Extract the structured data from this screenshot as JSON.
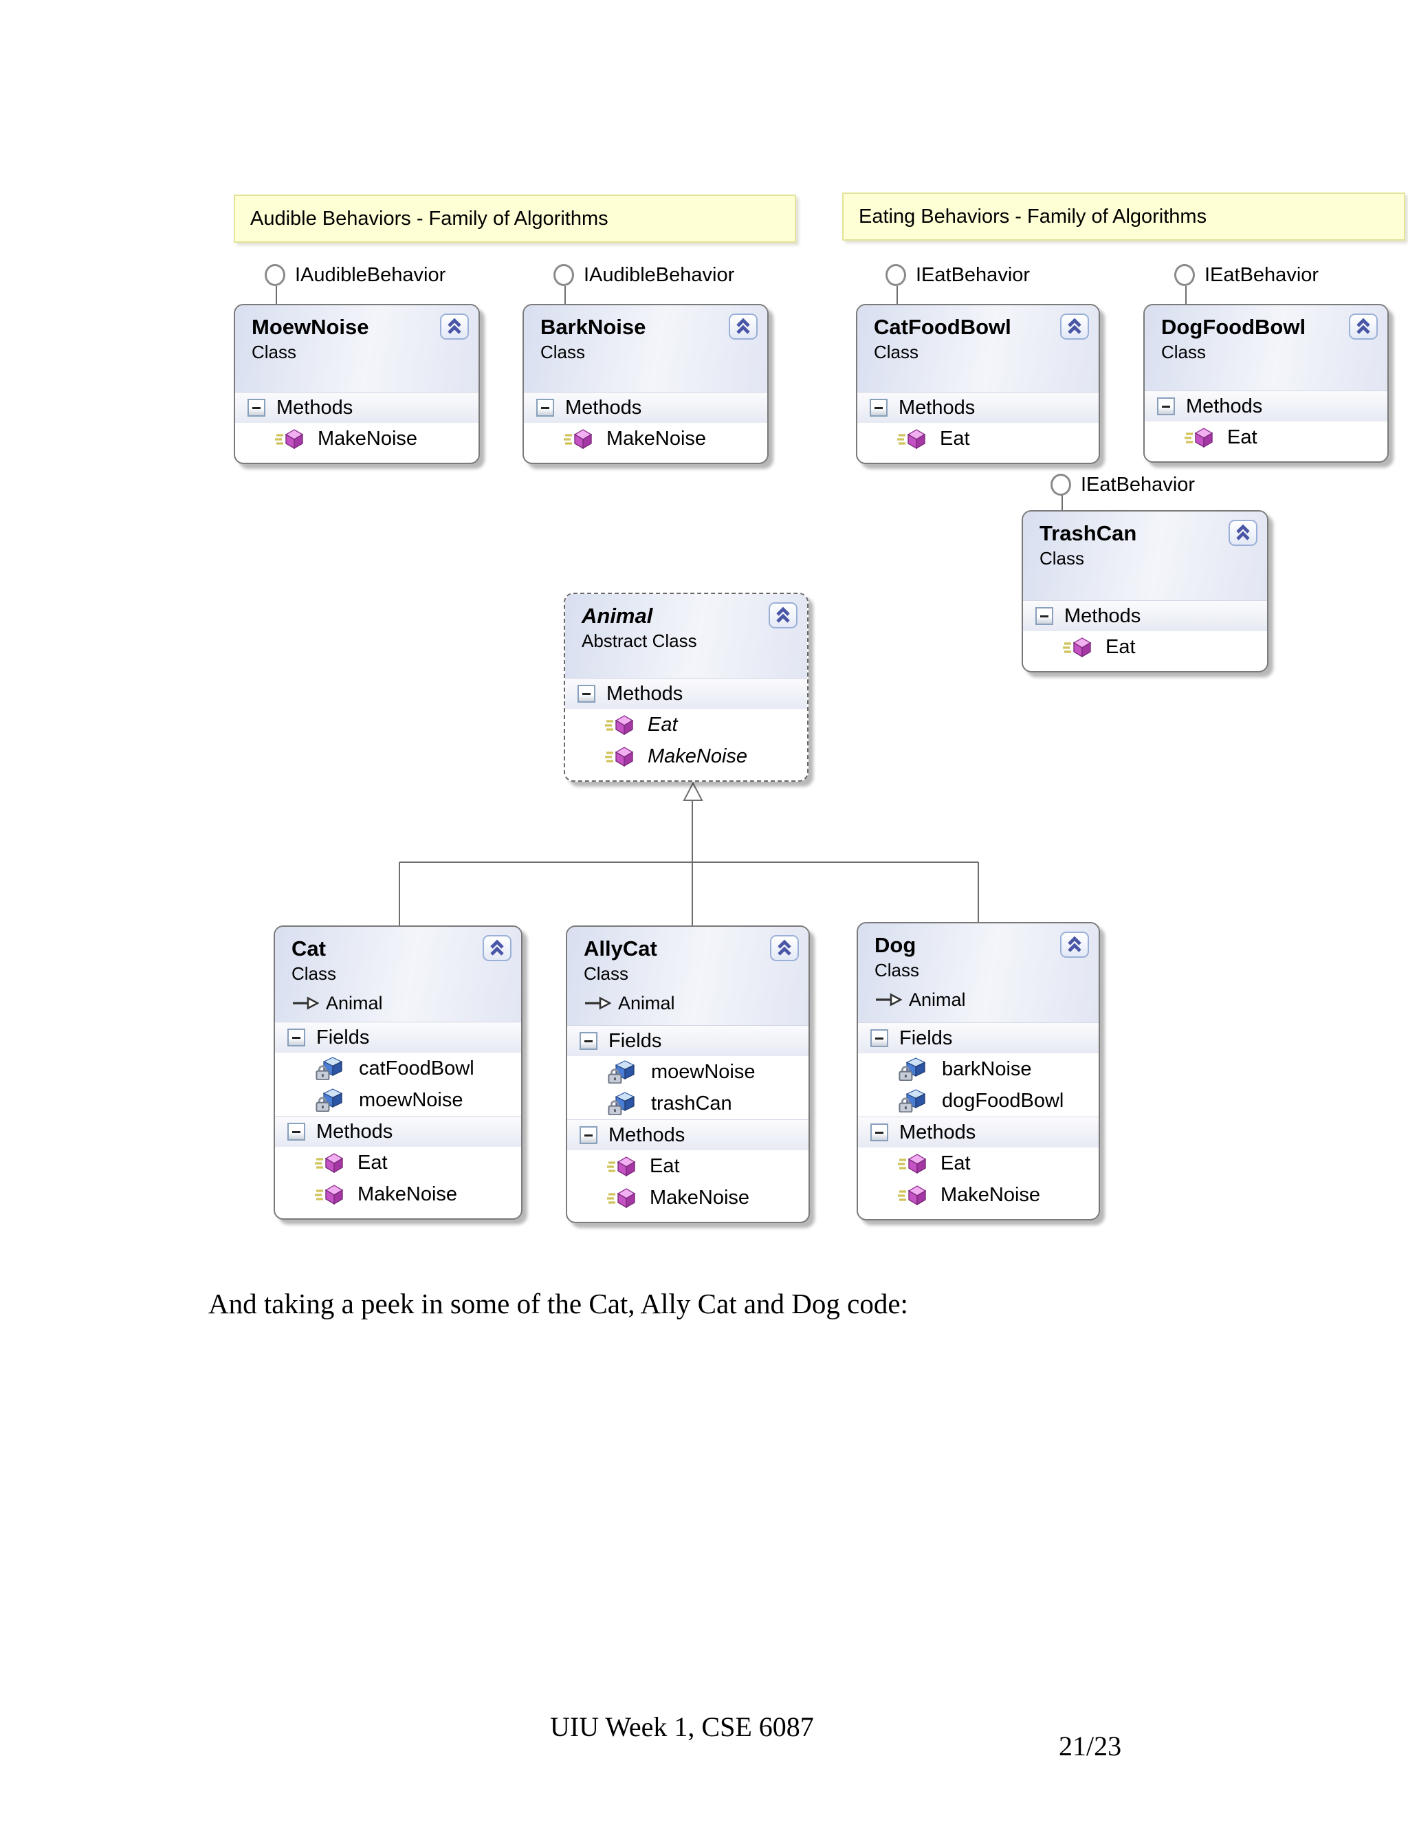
{
  "banners": [
    {
      "label": "Audible Behaviors - Family of Algorithms"
    },
    {
      "label": "Eating Behaviors - Family of Algorithms"
    }
  ],
  "lollipops": [
    {
      "label": "IAudibleBehavior"
    },
    {
      "label": "IAudibleBehavior"
    },
    {
      "label": "IEatBehavior"
    },
    {
      "label": "IEatBehavior"
    },
    {
      "label": "IEatBehavior"
    }
  ],
  "section_labels": {
    "fields": "Fields",
    "methods": "Methods"
  },
  "classes": [
    {
      "name": "MoewNoise",
      "kind": "Class",
      "methods": [
        "MakeNoise"
      ]
    },
    {
      "name": "BarkNoise",
      "kind": "Class",
      "methods": [
        "MakeNoise"
      ]
    },
    {
      "name": "CatFoodBowl",
      "kind": "Class",
      "methods": [
        "Eat"
      ]
    },
    {
      "name": "DogFoodBowl",
      "kind": "Class",
      "methods": [
        "Eat"
      ]
    },
    {
      "name": "TrashCan",
      "kind": "Class",
      "methods": [
        "Eat"
      ]
    },
    {
      "name": "Animal",
      "kind": "Abstract Class",
      "methods": [
        "Eat",
        "MakeNoise"
      ]
    },
    {
      "name": "Cat",
      "kind": "Class",
      "base": "Animal",
      "fields": [
        "catFoodBowl",
        "moewNoise"
      ],
      "methods": [
        "Eat",
        "MakeNoise"
      ]
    },
    {
      "name": "AllyCat",
      "kind": "Class",
      "base": "Animal",
      "fields": [
        "moewNoise",
        "trashCan"
      ],
      "methods": [
        "Eat",
        "MakeNoise"
      ]
    },
    {
      "name": "Dog",
      "kind": "Class",
      "base": "Animal",
      "fields": [
        "barkNoise",
        "dogFoodBowl"
      ],
      "methods": [
        "Eat",
        "MakeNoise"
      ]
    }
  ],
  "body_text": "And taking a peek in some of the Cat, Ally Cat and Dog code:",
  "footer": {
    "center": "UIU Week 1, CSE 6087",
    "page": "21/23"
  },
  "colors": {
    "banner_bg": "#ffffd6",
    "header_gradient_top": "#d9dff0",
    "method_icon": "#c653c6",
    "field_icon": "#4a7ed6",
    "connector": "#6e6e6e"
  }
}
